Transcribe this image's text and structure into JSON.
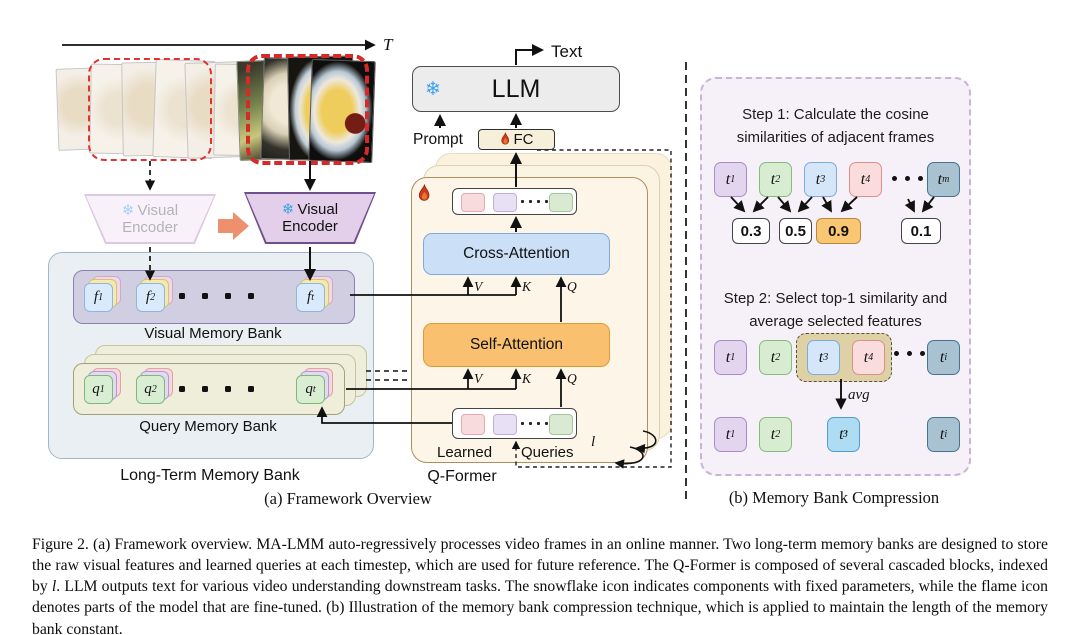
{
  "colors": {
    "snowflake_blue": "#3ba2e8",
    "flame_red": "#c43a1c",
    "keyframe_dash_red": "#d92b2b",
    "cross_attention_fill": "#cbdff6",
    "self_attention_fill": "#f8c06f",
    "qformer_fill": "#fdf6e8",
    "llm_fill": "#ececec",
    "panel_b_fill": "#f6f1f8",
    "similarity_highlight_fill": "#f9c674"
  },
  "panel_a": {
    "timeline_label": "T",
    "encoder_faded": {
      "line1": "Visual",
      "line2": "Encoder"
    },
    "encoder": {
      "line1": "Visual",
      "line2": "Encoder"
    },
    "llm_label": "LLM",
    "text_label": "Text",
    "prompt_label": "Prompt",
    "fc_label": "FC",
    "cross_attention_label": "Cross-Attention",
    "self_attention_label": "Self-Attention",
    "vkq": [
      "V",
      "K",
      "Q"
    ],
    "learned_label": "Learned",
    "queries_label": "Queries",
    "block_index_label": "l",
    "qformer_label": "Q-Former",
    "visual_bank": {
      "label": "Visual Memory Bank",
      "tokens": [
        {
          "base": "f",
          "sub": "1"
        },
        {
          "base": "f",
          "sub": "2"
        },
        {
          "base": "f",
          "sub": "t"
        }
      ]
    },
    "query_bank": {
      "label": "Query Memory Bank",
      "tokens": [
        {
          "base": "q",
          "sub": "1"
        },
        {
          "base": "q",
          "sub": "2"
        },
        {
          "base": "q",
          "sub": "t"
        }
      ]
    },
    "long_term_label": "Long-Term Memory Bank",
    "caption": "(a) Framework Overview"
  },
  "panel_b": {
    "step1": {
      "line1": "Step 1: Calculate the cosine",
      "line2": "similarities of adjacent frames"
    },
    "row1_tokens": [
      {
        "base": "t",
        "sub": "1",
        "color": "purple"
      },
      {
        "base": "t",
        "sub": "2",
        "color": "green"
      },
      {
        "base": "t",
        "sub": "3",
        "color": "blue"
      },
      {
        "base": "t",
        "sub": "4",
        "color": "red"
      },
      {
        "base": "t",
        "sub": "m",
        "color": "slate"
      }
    ],
    "similarities": [
      {
        "value": "0.3",
        "highlight": false
      },
      {
        "value": "0.5",
        "highlight": false
      },
      {
        "value": "0.9",
        "highlight": true
      },
      {
        "value": "0.1",
        "highlight": false
      }
    ],
    "step2": {
      "line1": "Step 2: Select top-1 similarity and",
      "line2": "average selected features"
    },
    "row2_tokens": [
      {
        "base": "t",
        "sub": "1",
        "color": "purple"
      },
      {
        "base": "t",
        "sub": "2",
        "color": "green"
      },
      {
        "base": "t",
        "sub": "3",
        "color": "blue"
      },
      {
        "base": "t",
        "sub": "4",
        "color": "red"
      },
      {
        "base": "t",
        "sub": "i",
        "color": "slate"
      }
    ],
    "avg_label": "avg",
    "row3_tokens": [
      {
        "base": "t",
        "sub": "1",
        "color": "purple"
      },
      {
        "base": "t",
        "sub": "2",
        "color": "green"
      },
      {
        "base": "t",
        "sub": "3",
        "prime": true,
        "color": "cyan"
      },
      {
        "base": "t",
        "sub": "i",
        "color": "slate"
      }
    ],
    "caption": "(b) Memory Bank Compression"
  },
  "figure_caption": {
    "part1": "Figure 2. (a) Framework overview. MA-LMM auto-regressively processes video frames in an online manner. Two long-term memory banks are designed to store the raw visual features and learned queries at each timestep, which are used for future reference. The Q-Former is composed of several cascaded blocks, indexed by ",
    "italic": "l",
    "part2": ". LLM outputs text for various video understanding downstream tasks. The snowflake icon indicates components with fixed parameters, while the flame icon denotes parts of the model that are fine-tuned. (b) Illustration of the memory bank compression technique, which is applied to maintain the length of the memory bank constant."
  }
}
